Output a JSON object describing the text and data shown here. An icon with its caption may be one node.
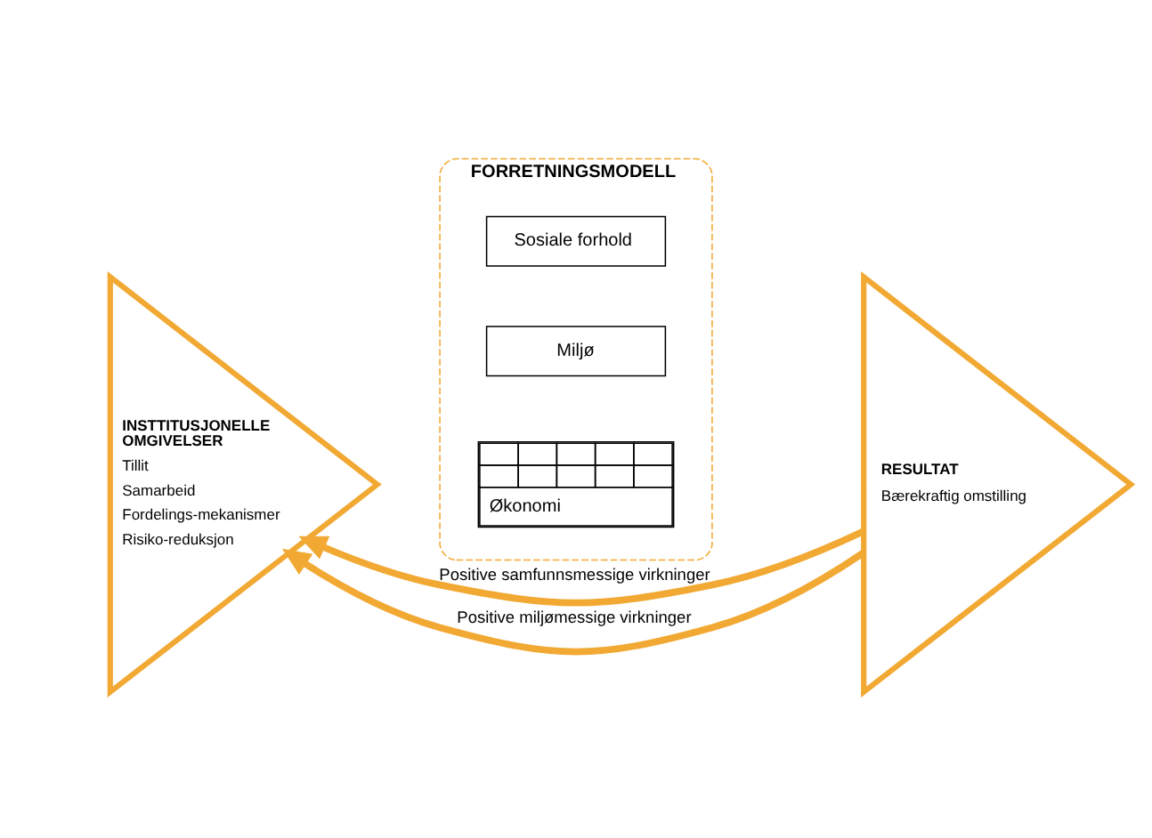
{
  "diagram": {
    "nodes": [
      {
        "text": [
          "INSTTITUSJONELLE OMGIVELSER",
          "Tillit",
          "Samarbeid",
          "Fordelings-mekanismer",
          "Risiko-reduksjon"
        ]
      },
      {
        "text": [
          "FORRETNINGSMODELL"
        ]
      },
      {
        "text": [
          "Økonomi"
        ],
        "in": 1
      },
      {
        "text": [
          "Miljø"
        ],
        "in": 1
      },
      {
        "text": [
          "Sosiale forhold"
        ],
        "in": 1
      },
      {
        "text": [
          "RESULTAT",
          "Bærekraftig omstilling"
        ]
      }
    ],
    "edges": [
      {
        "from": 5,
        "to": 0,
        "arrow": "to",
        "label": "Positive samfunnsmessige virkninger"
      },
      {
        "from": 5,
        "to": 0,
        "arrow": "to",
        "label": "Positive miljømessige virkninger"
      }
    ]
  }
}
